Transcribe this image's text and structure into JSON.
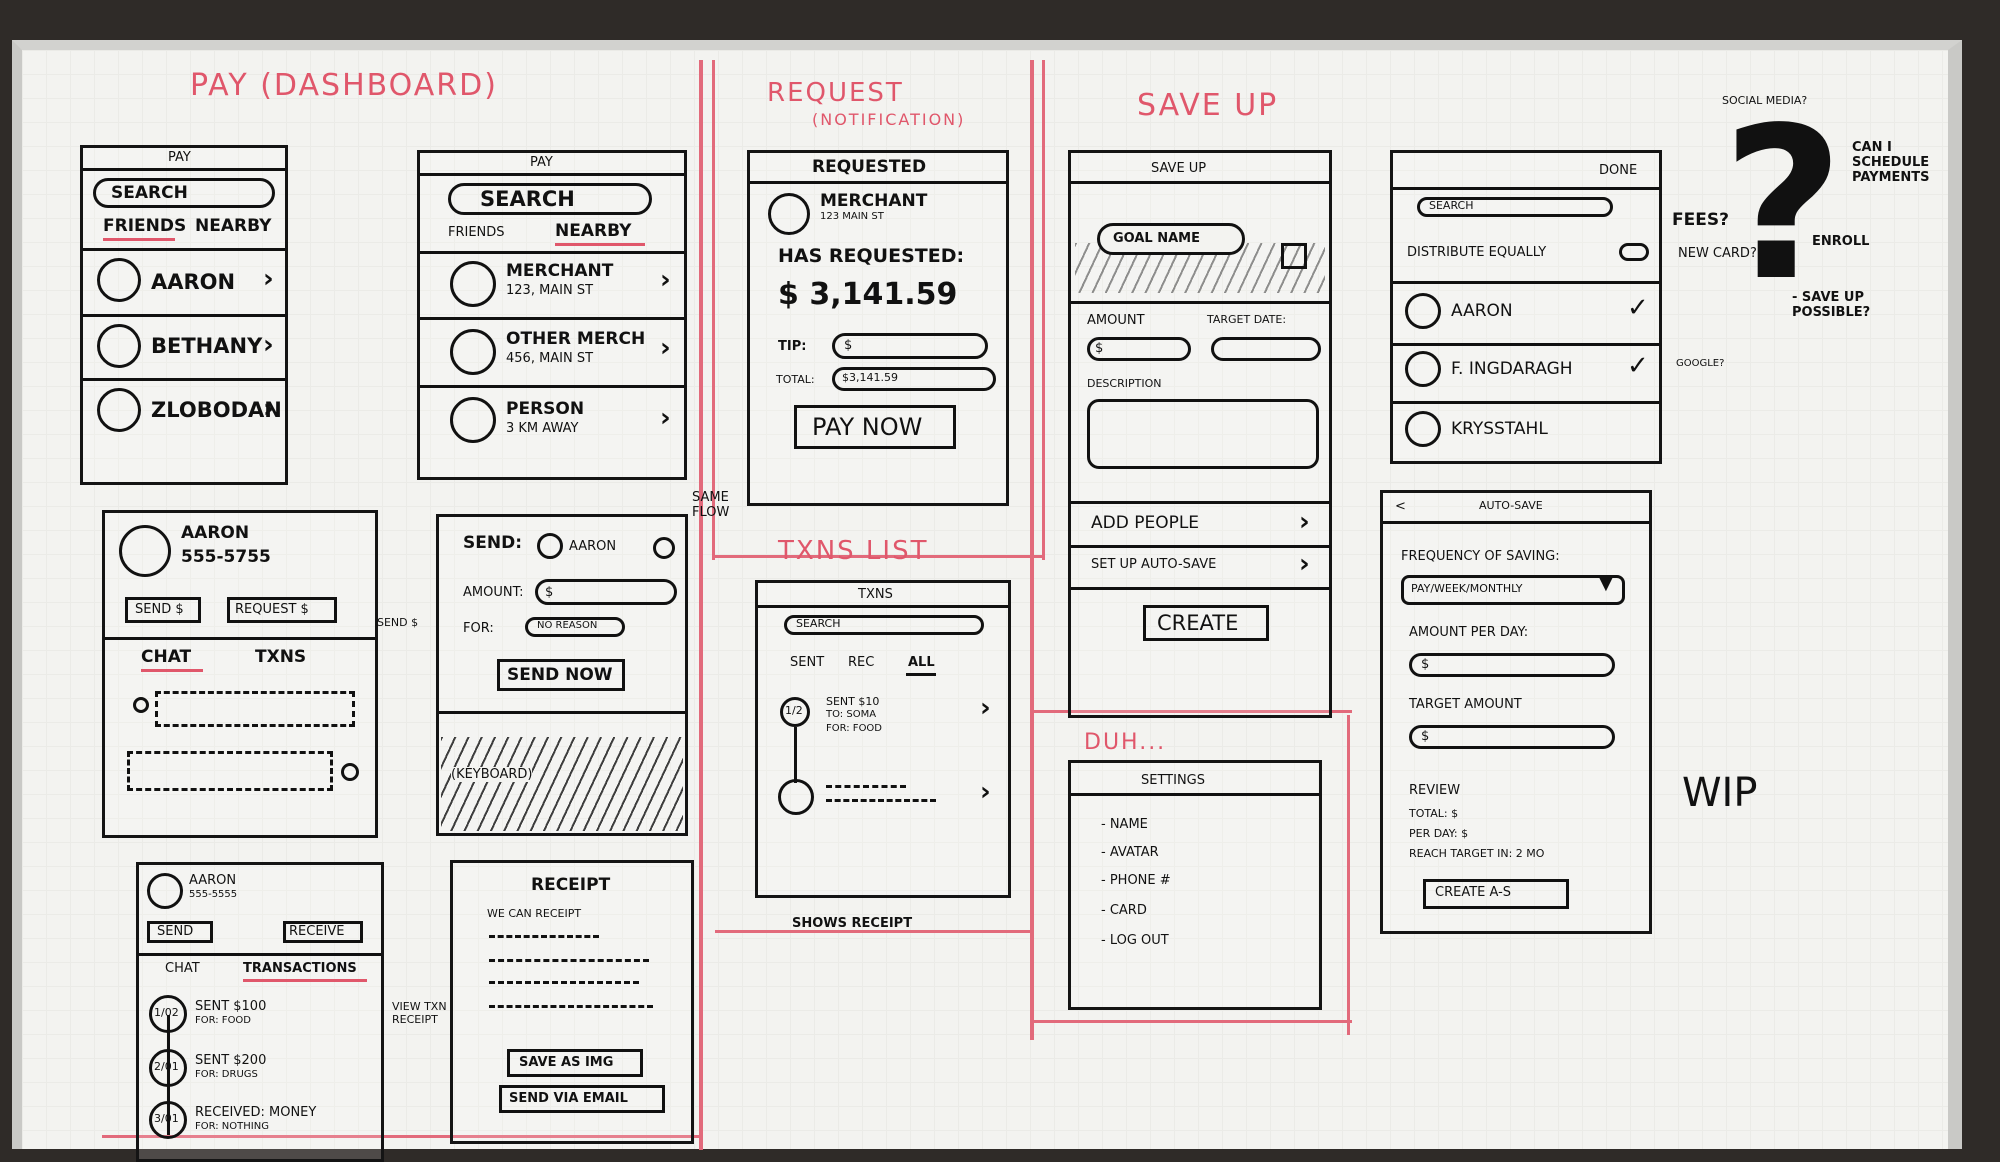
{
  "titles": {
    "pay": "PAY (DASHBOARD)",
    "request": "REQUEST",
    "request_sub": "(NOTIFICATION)",
    "save_up": "SAVE UP",
    "txns_list": "TXNS LIST",
    "duh": "DUH...",
    "wip": "WIP"
  },
  "s1": {
    "header": "PAY",
    "search": "SEARCH",
    "tab_friends": "FRIENDS",
    "tab_nearby": "NEARBY",
    "rows": [
      "AARON",
      "BETHANY",
      "ZLOBODAN"
    ]
  },
  "s2": {
    "header": "PAY",
    "search": "SEARCH",
    "tab_friends": "FRIENDS",
    "tab_nearby": "NEARBY",
    "rows": [
      {
        "name": "MERCHANT",
        "sub": "123, MAIN ST"
      },
      {
        "name": "OTHER MERCH",
        "sub": "456, MAIN ST"
      },
      {
        "name": "PERSON",
        "sub": "3 KM AWAY"
      }
    ],
    "same_flow": "SAME FLOW"
  },
  "s3": {
    "name": "AARON",
    "phone": "555-5755",
    "send": "SEND $",
    "request": "REQUEST $",
    "tab_chat": "CHAT",
    "tab_txns": "TXNS"
  },
  "s4": {
    "send_label": "SEND:",
    "send_to": "AARON",
    "amount_label": "AMOUNT:",
    "amount_value": "$",
    "for_label": "FOR:",
    "for_value": "NO REASON",
    "send_now": "SEND NOW",
    "keyboard": "(KEYBOARD)",
    "arrow_note": "SEND $"
  },
  "s5": {
    "name": "AARON",
    "phone": "555-5555",
    "send": "SEND",
    "receive": "RECEIVE",
    "tab_chat": "CHAT",
    "tab_txns": "TRANSACTIONS",
    "txns": [
      {
        "date": "1/02",
        "line1": "SENT $100",
        "line2": "FOR: FOOD"
      },
      {
        "date": "2/01",
        "line1": "SENT $200",
        "line2": "FOR: DRUGS"
      },
      {
        "date": "3/01",
        "line1": "RECEIVED: MONEY",
        "line2": "FOR: NOTHING"
      }
    ],
    "arrow_note": "VIEW TXN RECEIPT"
  },
  "s6": {
    "header": "RECEIPT",
    "sub": "WE CAN RECEIPT",
    "save": "SAVE AS IMG",
    "email": "SEND VIA EMAIL"
  },
  "s7": {
    "header": "REQUESTED",
    "merchant": "MERCHANT",
    "addr": "123 MAIN ST",
    "has_requested": "HAS REQUESTED:",
    "amount": "$ 3,141.59",
    "tip_label": "TIP:",
    "tip_value": "$",
    "total_label": "TOTAL:",
    "total_value": "$3,141.59",
    "pay_now": "PAY NOW"
  },
  "s8": {
    "header": "TXNS",
    "search": "SEARCH",
    "tab_sent": "SENT",
    "tab_rec": "REC",
    "tab_all": "ALL",
    "entry_date": "1/2",
    "entry1": "SENT $10",
    "entry2": "TO: SOMA",
    "entry3": "FOR: FOOD",
    "shows_receipt": "SHOWS RECEIPT"
  },
  "s9": {
    "header": "SAVE UP",
    "goal_name": "GOAL NAME",
    "amount_label": "AMOUNT",
    "amount_value": "$",
    "target_date_label": "TARGET DATE:",
    "description_label": "DESCRIPTION",
    "add_people": "ADD PEOPLE",
    "auto_save": "SET UP AUTO-SAVE",
    "create": "CREATE"
  },
  "s10": {
    "header": "SETTINGS",
    "items": [
      "- NAME",
      "- AVATAR",
      "- PHONE #",
      "- CARD",
      "- LOG OUT"
    ]
  },
  "s11": {
    "done": "DONE",
    "search": "SEARCH",
    "distribute": "DISTRIBUTE EQUALLY",
    "people": [
      "AARON",
      "F. INGDARAGH",
      "KRYSSTAHL"
    ]
  },
  "s12": {
    "header": "AUTO-SAVE",
    "back": "<",
    "freq_label": "FREQUENCY OF SAVING:",
    "freq_value": "PAY/WEEK/MONTHLY",
    "amount_label": "AMOUNT PER DAY:",
    "amount_value": "$",
    "target_label": "TARGET AMOUNT",
    "target_value": "$",
    "review": "REVIEW",
    "total": "TOTAL: $",
    "per_day": "PER DAY: $",
    "reach": "REACH TARGET IN: 2 MO",
    "create": "CREATE A-S"
  },
  "notes": {
    "social": "SOCIAL MEDIA?",
    "fees": "FEES?",
    "new_card": "NEW CARD?",
    "enroll": "ENROLL",
    "schedule": "CAN I SCHEDULE PAYMENTS",
    "save_up_possible": "- SAVE UP POSSIBLE?",
    "google": "GOOGLE?",
    "question": "?"
  },
  "colors": {
    "marker": "#111111",
    "red_marker": "#e0576b",
    "board": "#f3f3f0"
  }
}
